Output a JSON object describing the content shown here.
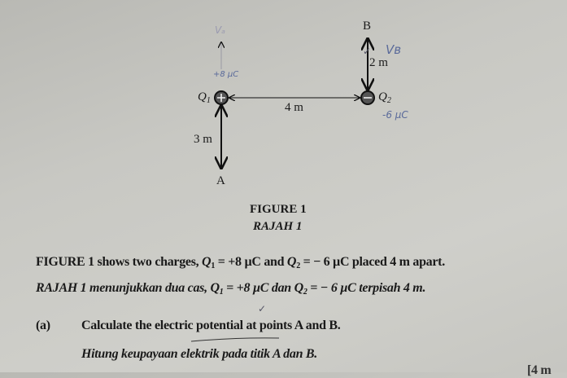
{
  "figure": {
    "point_b": "B",
    "point_a": "A",
    "charge1_label": "Q",
    "charge1_sub": "1",
    "charge2_label": "Q",
    "charge2_sub": "2",
    "dist_q1_q2": "4 m",
    "dist_q1_a": "3 m",
    "dist_q2_b": "2 m",
    "caption_en": "FIGURE 1",
    "caption_ms": "RAJAH 1"
  },
  "handwriting": {
    "va": "Vₐ",
    "vb": "Vʙ",
    "q1_value": "+8 µC",
    "q2_value": "-6 µC",
    "check_mark": "✓"
  },
  "text": {
    "line1_a": "FIGURE 1 shows two charges, ",
    "line1_b": " = +8 µC and ",
    "line1_c": " = − 6 µC placed 4 m apart.",
    "line2_a": "RAJAH 1 menunjukkan dua cas, ",
    "line2_b": " = +8 µC dan ",
    "line2_c": " = − 6 µC terpisah 4 m.",
    "q": "Q",
    "sub1": "1",
    "sub2": "2",
    "part_label": "(a)",
    "question_en": "Calculate the electric potential at points A and B.",
    "question_ms": "Hitung keupayaan elektrik pada titik A dan B.",
    "marks": "[4 m"
  }
}
